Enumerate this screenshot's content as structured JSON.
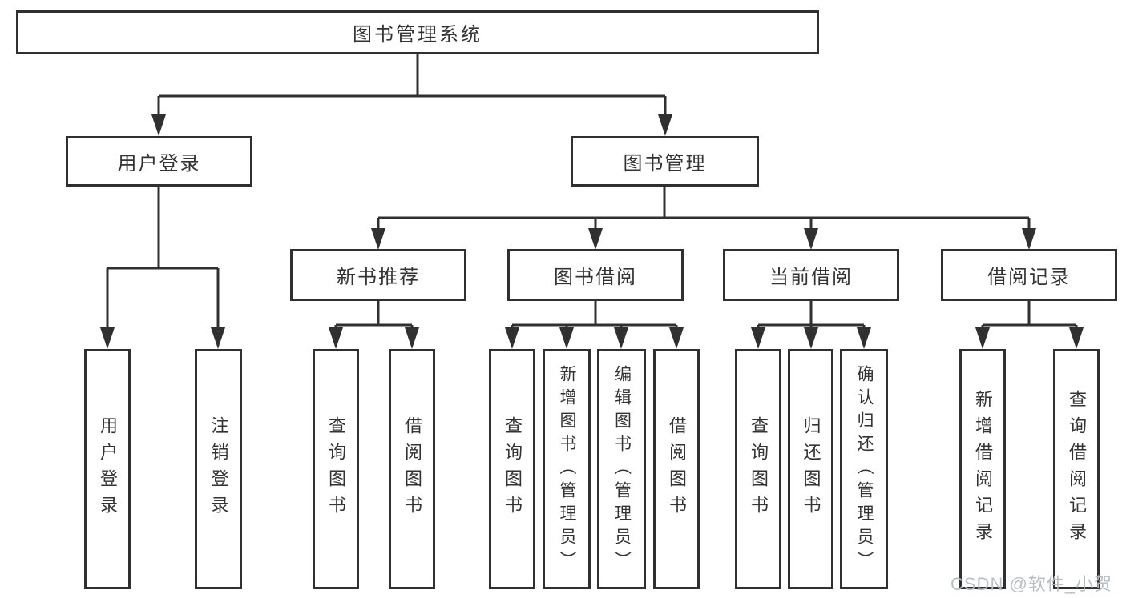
{
  "diagram": {
    "root": {
      "label": "图书管理系统"
    },
    "branches": [
      {
        "label": "用户登录",
        "children": [
          {
            "label": "用户登录"
          },
          {
            "label": "注销登录"
          }
        ]
      },
      {
        "label": "图书管理",
        "children": [
          {
            "label": "新书推荐",
            "children": [
              {
                "label": "查询图书"
              },
              {
                "label": "借阅图书"
              }
            ]
          },
          {
            "label": "图书借阅",
            "children": [
              {
                "label": "查询图书"
              },
              {
                "label": "新增图书（管理员）"
              },
              {
                "label": "编辑图书（管理员）"
              },
              {
                "label": "借阅图书"
              }
            ]
          },
          {
            "label": "当前借阅",
            "children": [
              {
                "label": "查询图书"
              },
              {
                "label": "归还图书"
              },
              {
                "label": "确认归还（管理员）"
              }
            ]
          },
          {
            "label": "借阅记录",
            "children": [
              {
                "label": "新增借阅记录"
              },
              {
                "label": "查询借阅记录"
              }
            ]
          }
        ]
      }
    ],
    "watermark": "CSDN @软件_小贺同学",
    "colors": {
      "line": "#303030",
      "text": "#333333",
      "watermark": "#b7bcc1"
    }
  }
}
